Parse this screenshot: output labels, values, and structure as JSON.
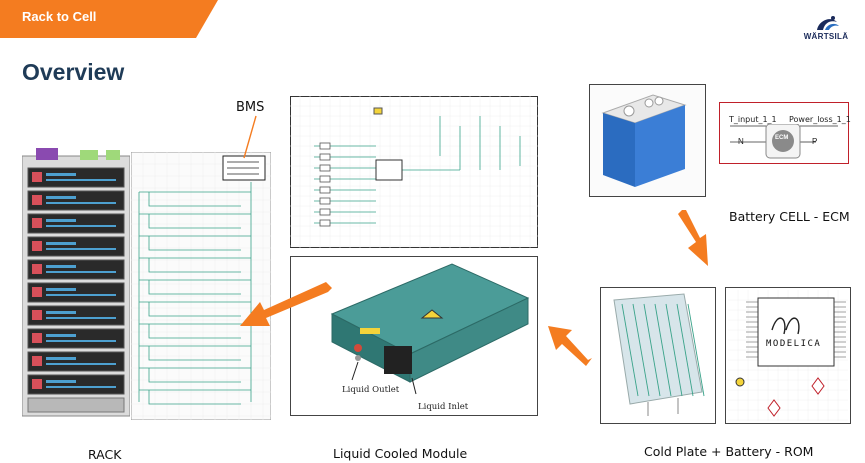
{
  "header": {
    "tab_label": "Rack to Cell",
    "title": "Overview",
    "logo_text": "WÄRTSILÄ",
    "accent_color": "#f47c20"
  },
  "labels": {
    "bms": "BMS",
    "rack": "RACK",
    "module": "Liquid Cooled Module",
    "cold_plate": "Cold Plate + Battery - ROM",
    "cell_ecm": "Battery CELL - ECM"
  },
  "module_callouts": {
    "outlet": "Liquid Outlet",
    "inlet": "Liquid Inlet"
  },
  "ecm_diagram": {
    "input_label": "T_input_1_1",
    "output_label": "Power_loss_1_1",
    "block_label": "ECM",
    "pin_n": "N",
    "pin_p": "P"
  },
  "modelica": {
    "logo_text": "MODELICA"
  }
}
